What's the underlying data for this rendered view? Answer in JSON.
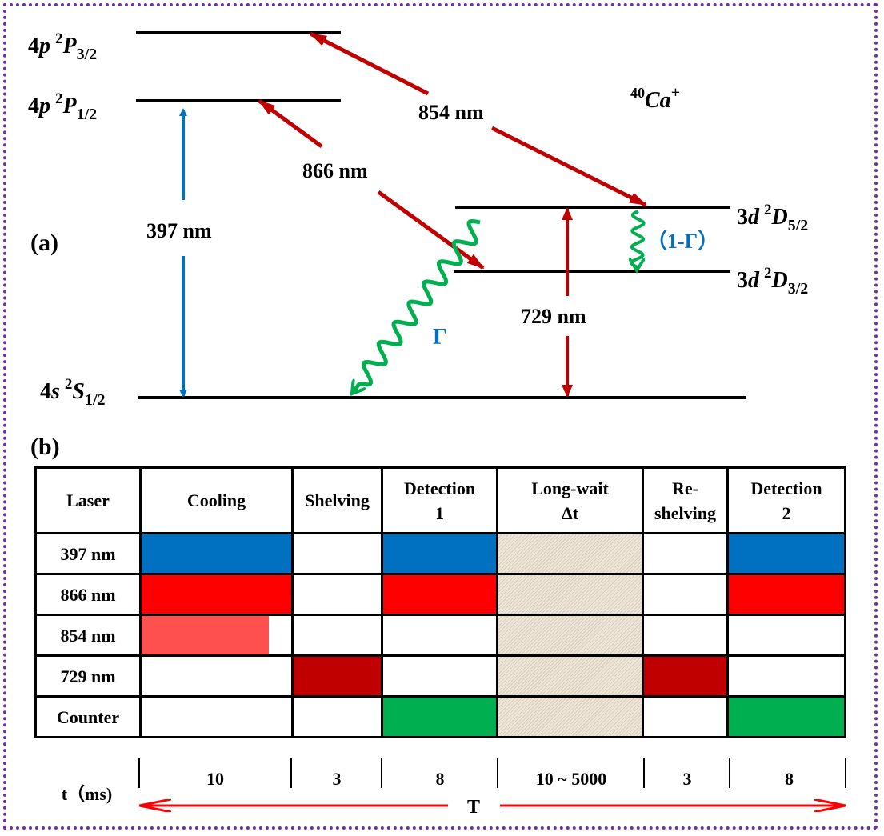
{
  "panel_a": {
    "label": "(a)",
    "ion": {
      "mass": "40",
      "symbol": "Ca",
      "charge": "+"
    },
    "levels": {
      "p32": {
        "n": "4",
        "l": "p",
        "mult": "2",
        "L": "P",
        "j": "3/2"
      },
      "p12": {
        "n": "4",
        "l": "p",
        "mult": "2",
        "L": "P",
        "j": "1/2"
      },
      "d52": {
        "n": "3",
        "l": "d",
        "mult": "2",
        "L": "D",
        "j": "5/2"
      },
      "d32": {
        "n": "3",
        "l": "d",
        "mult": "2",
        "L": "D",
        "j": "3/2"
      },
      "s12": {
        "n": "4",
        "l": "s",
        "mult": "2",
        "L": "S",
        "j": "1/2"
      }
    },
    "transitions": {
      "t397": "397 nm",
      "t866": "866 nm",
      "t854": "854 nm",
      "t729": "729 nm",
      "gamma": "Γ",
      "one_minus_gamma": "（1-Γ）"
    },
    "colors": {
      "blue": "#0070c0",
      "darkred": "#c00000",
      "green": "#00b050"
    }
  },
  "panel_b": {
    "label": "(b)",
    "header": {
      "laser": "Laser",
      "cooling": "Cooling",
      "shelving": "Shelving",
      "detection1_l1": "Detection",
      "detection1_l2": "1",
      "longwait_l1": "Long-wait",
      "longwait_l2": "Δt",
      "reshelving_l1": "Re-",
      "reshelving_l2": "shelving",
      "detection2_l1": "Detection",
      "detection2_l2": "2"
    },
    "rows": {
      "r397": "397 nm",
      "r866": "866 nm",
      "r854": "854 nm",
      "r729": "729 nm",
      "counter": "Counter"
    },
    "time": {
      "label": "t（ms)",
      "cooling": "10",
      "shelving": "3",
      "detection1": "8",
      "longwait": "10 ~ 5000",
      "reshelving": "3",
      "detection2": "8",
      "total": "T"
    },
    "colors": {
      "laser397": "#0070c0",
      "laser866": "#ff0000",
      "laser854": "#ff5050",
      "laser729": "#c00000",
      "counter": "#00b050"
    },
    "fill_854_cooling_fraction": 0.85
  }
}
